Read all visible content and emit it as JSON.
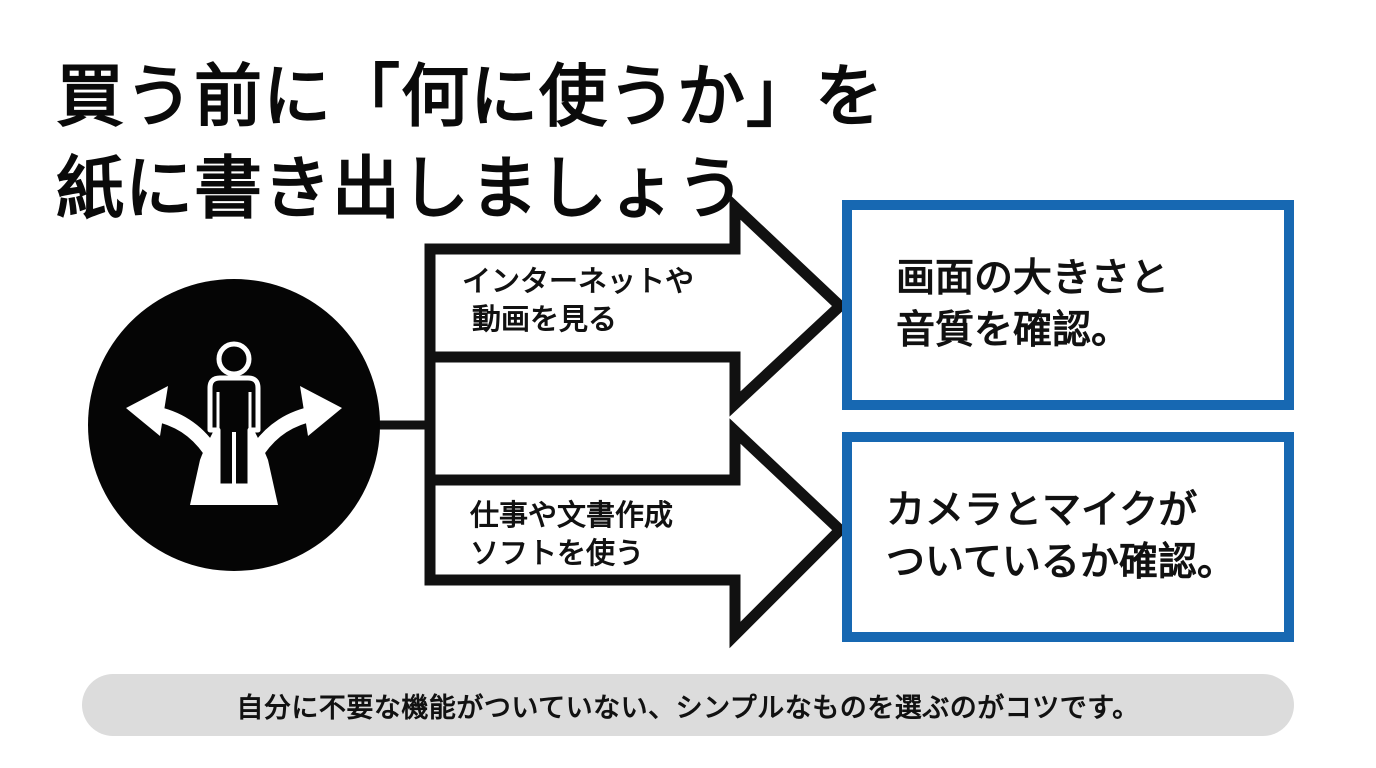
{
  "title": {
    "line1": "買う前に「何に使うか」を",
    "line2": "紙に書き出しましょう"
  },
  "icon": {
    "name": "person-at-fork-icon"
  },
  "arrows": [
    {
      "line1": "インターネットや",
      "line2": "動画を見る"
    },
    {
      "line1": "仕事や文書作成",
      "line2": "ソフトを使う"
    }
  ],
  "results": [
    {
      "line1": "画面の大きさと",
      "line2": "音質を確認。"
    },
    {
      "line1": "カメラとマイクが",
      "line2": "ついているか確認。"
    }
  ],
  "footer": {
    "text": "自分に不要な機能がついていない、シンプルなものを選ぶのがコツです。"
  },
  "colors": {
    "accent": "#1768b2",
    "ink": "#111111",
    "footer_bg": "#dcdcdc"
  }
}
